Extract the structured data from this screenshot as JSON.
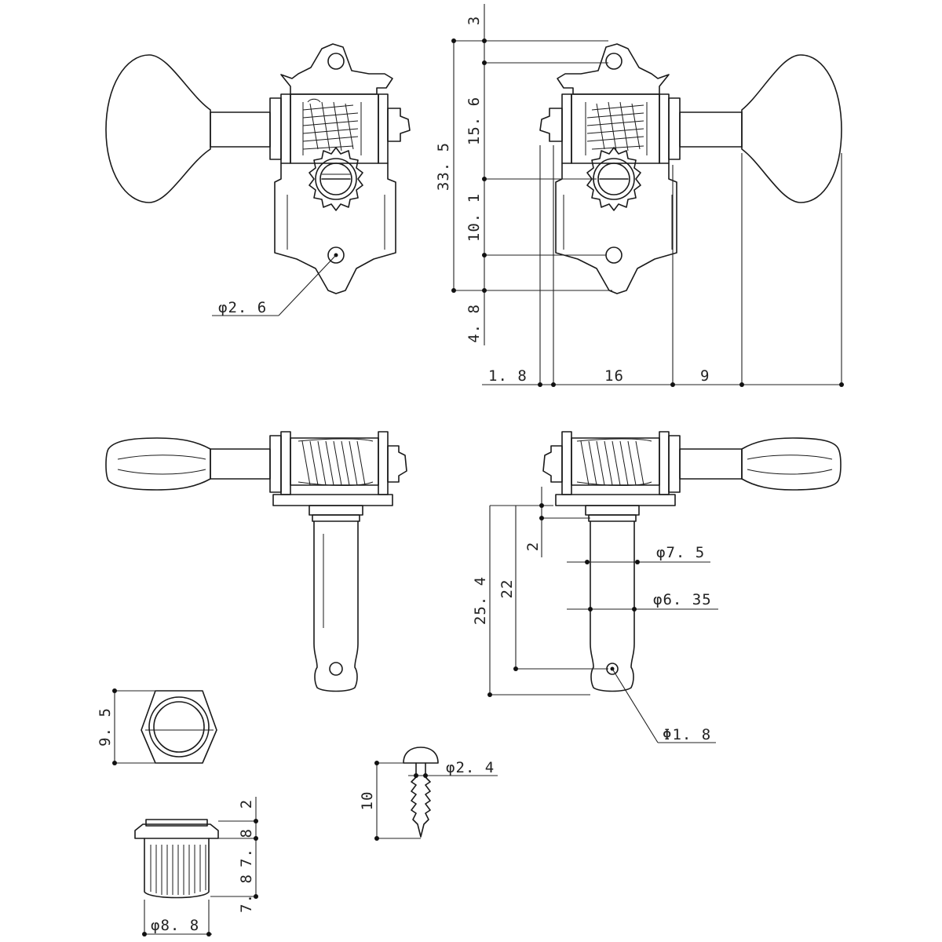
{
  "diagram": {
    "labels": {
      "front_mount_hole": "φ2. 6",
      "height_top": "3",
      "height_upper": "15. 6",
      "height_total": "33. 5",
      "height_lower": "10. 1",
      "height_tail": "4. 8",
      "width_shaft_offset": "1. 8",
      "width_body": "16",
      "width_knob": "9",
      "post_collar": "2",
      "post_length": "22",
      "post_total": "25. 4",
      "post_dia_top": "φ7. 5",
      "post_dia_lower": "φ6. 35",
      "post_hole": "Φ1. 8",
      "nut_width": "9. 5",
      "bushing_flange": "2",
      "bushing_height": "7. 8",
      "bushing_dia": "φ8. 8",
      "screw_length": "10",
      "screw_dia": "φ2. 4"
    }
  }
}
